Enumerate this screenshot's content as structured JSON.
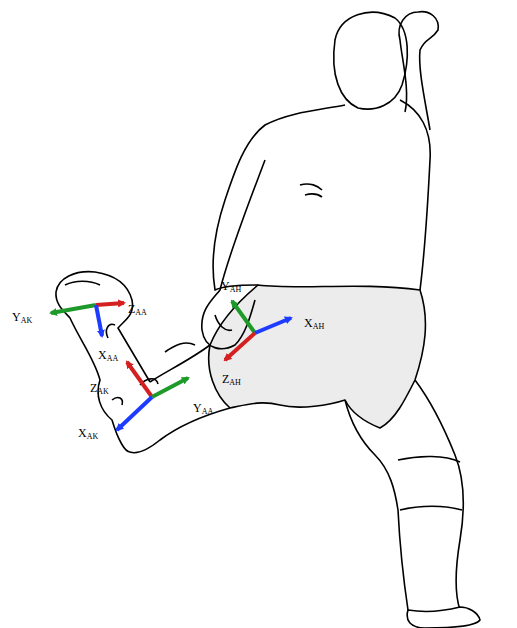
{
  "diagram": {
    "labels": [
      "YAK",
      "ZAA",
      "XAA",
      "ZAK",
      "YAA",
      "XAK",
      "YAH",
      "XAH",
      "ZAH"
    ]
  }
}
